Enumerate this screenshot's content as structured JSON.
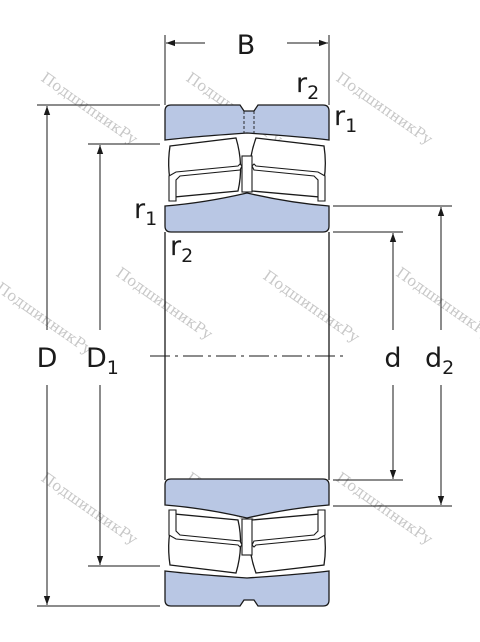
{
  "watermark": "ПодшипникРу",
  "labels": {
    "B": "B",
    "D": "D",
    "D1_main": "D",
    "D1_sub": "1",
    "d": "d",
    "d2_main": "d",
    "d2_sub": "2",
    "r1_top_main": "r",
    "r1_top_sub": "1",
    "r2_top_main": "r",
    "r2_top_sub": "2",
    "r1_left_main": "r",
    "r1_left_sub": "1",
    "r2_left_main": "r",
    "r2_left_sub": "2"
  },
  "colors": {
    "ring_fill": "#b9c7e4",
    "outline": "#1a1a1a",
    "line": "#1a1a1a",
    "watermark": "#c8c8c8"
  }
}
